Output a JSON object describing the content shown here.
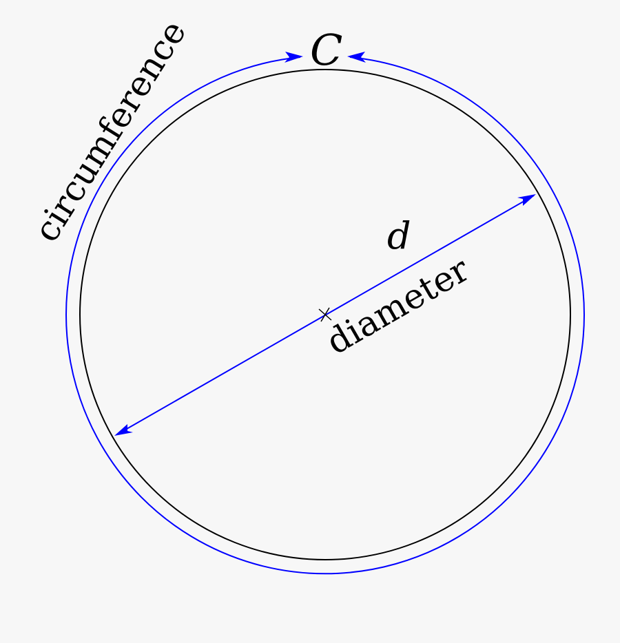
{
  "diagram": {
    "circumference_symbol": "C",
    "circumference_label": "circumference",
    "diameter_symbol": "d",
    "diameter_label": "diameter",
    "colors": {
      "background": "#f7f7f7",
      "circle": "#000000",
      "measure": "#0000ff"
    }
  }
}
